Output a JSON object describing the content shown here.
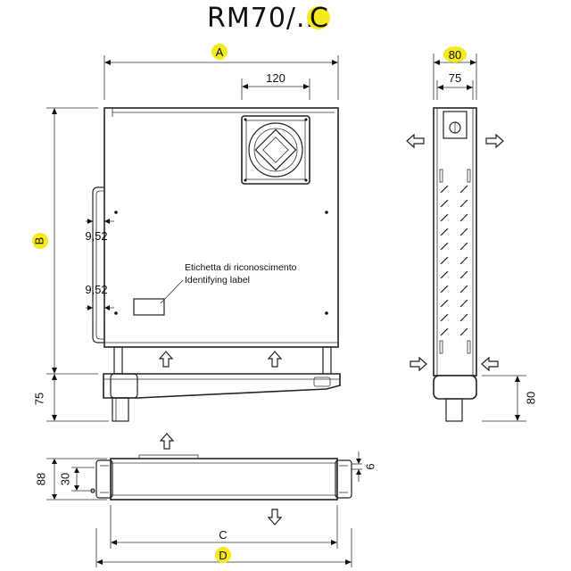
{
  "title": {
    "model": "RM70/...",
    "suffix": "C"
  },
  "highlight_color": "#f4ea1e",
  "labels": {
    "dim_a": "A",
    "dim_b": "B",
    "dim_c": "C",
    "dim_d": "D",
    "dim_120": "120",
    "dim_80_top": "80",
    "dim_75_top": "75",
    "dim_75_left": "75",
    "dim_80_right": "80",
    "dim_952_upper": "9,52",
    "dim_952_lower": "9,52",
    "dim_88": "88",
    "dim_30": "30",
    "dim_6": "6"
  },
  "annotation": {
    "line1": "Etichetta di riconoscimento",
    "line2": "Identifying label"
  }
}
